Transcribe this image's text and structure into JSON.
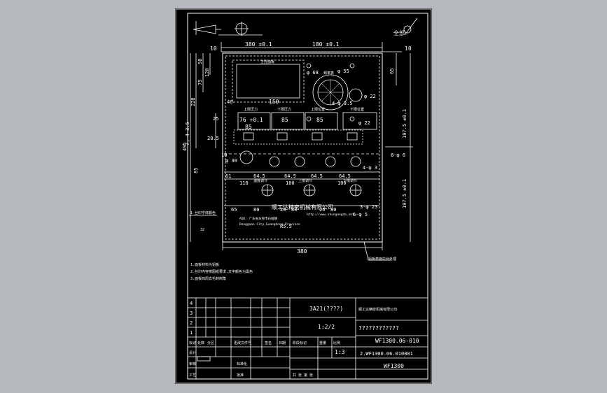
{
  "viewer": {
    "background": "#b5b9be",
    "sheet_color": "#000000",
    "line_color": "#ffffff",
    "accent_color": "#ff4fd0"
  },
  "drawing": {
    "roughness_label": "全部",
    "dims_top": {
      "left": "380 ±0.1",
      "right": "180 ±0.1",
      "d10": "10"
    },
    "top_dims_small": [
      "10"
    ],
    "left_dims": [
      "495",
      "228",
      "50",
      "75",
      "120",
      "7, 4-3.5",
      "25",
      "28.5",
      "85",
      "10"
    ],
    "right_dims": [
      "65",
      "197.5 ±0.1",
      "197.5 ±0.1"
    ],
    "display_labels": {
      "display1": "主控面板",
      "display2": "频率表"
    },
    "dia_labels": [
      "φ 68",
      "φ 55",
      "φ 22",
      "4-φ 3.5",
      "φ 22",
      "8-φ 6",
      "4-φ 3",
      "φ 30",
      "3-φ 23",
      "6-φ 5"
    ],
    "dims_row1": [
      "40",
      "150"
    ],
    "small_panels": [
      "上限压力",
      "下限压力",
      "上限位置",
      "下限位置"
    ],
    "panel_values": [
      "76 +0.1",
      "85",
      "85",
      "85"
    ],
    "dims_row2": [
      "61",
      "64.5",
      "64.5",
      "64.5",
      "64.5"
    ],
    "dims_row3": [
      "110",
      "100",
      "100"
    ],
    "dims_row4": [
      "65",
      "80",
      "20",
      "80",
      "20",
      "80"
    ],
    "knob_labels": [
      "温度调节",
      "上限调节",
      "下限调节"
    ],
    "company_title": "顺工达精密机械有限公司",
    "address_lines": [
      "http://www.shungongda.net",
      "ADD: 广东省东莞市石排镇",
      "Dongguan City,Guangdong Province"
    ],
    "r_labels": [
      "R5.5",
      "32"
    ],
    "bottom_dim": "380",
    "side_note": "1 丝印字体颜色",
    "callout": "铝板表面拉丝处理",
    "notes": [
      "1.面板材料为铝板",
      "2.丝印内容按图纸要求,文字颜色为黑色",
      "3.面板四周去毛刺倒角"
    ],
    "title_block": {
      "rev_numbers": [
        "4",
        "3",
        "2",
        "1"
      ],
      "row_headers": [
        "标记",
        "处数",
        "分区",
        "更改文件号",
        "签名",
        "日期"
      ],
      "left_labels": [
        "设计",
        "审核",
        "工艺"
      ],
      "material": "3A21(????)",
      "scale": "1:2/2",
      "sign_labels": [
        "标准化",
        "批准"
      ],
      "stage_labels": [
        "阶段标记",
        "重量",
        "比例"
      ],
      "sheet_info": [
        "共 张 第 张"
      ],
      "page_num": "1:3",
      "company": "顺工达精密机械有限公司",
      "part_name": "????????????",
      "part_no": "WF1300.06-010",
      "part_no2": "2.WF1300.06.010001",
      "model": "WF1300"
    }
  }
}
